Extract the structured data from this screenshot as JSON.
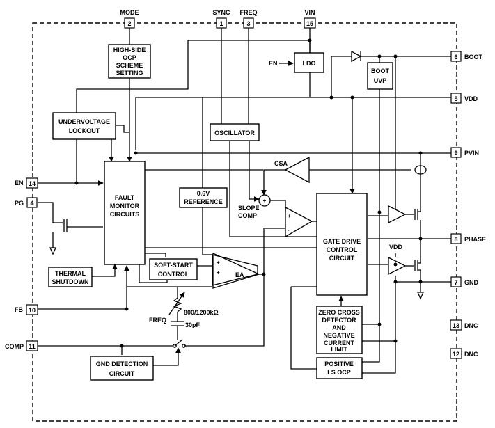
{
  "pins": {
    "mode": {
      "label": "MODE",
      "num": "2"
    },
    "sync": {
      "label": "SYNC",
      "num": "1"
    },
    "freq": {
      "label": "FREQ",
      "num": "3"
    },
    "vin": {
      "label": "VIN",
      "num": "15"
    },
    "boot": {
      "label": "BOOT",
      "num": "6"
    },
    "vdd": {
      "label": "VDD",
      "num": "5"
    },
    "pvin": {
      "label": "PVIN",
      "num": "9"
    },
    "phase": {
      "label": "PHASE",
      "num": "8"
    },
    "gnd": {
      "label": "GND",
      "num": "7"
    },
    "dnc13": {
      "label": "DNC",
      "num": "13"
    },
    "dnc12": {
      "label": "DNC",
      "num": "12"
    },
    "en": {
      "label": "EN",
      "num": "14"
    },
    "pg": {
      "label": "PG",
      "num": "4"
    },
    "fb": {
      "label": "FB",
      "num": "10"
    },
    "comp": {
      "label": "COMP",
      "num": "11"
    }
  },
  "blocks": {
    "ocp": [
      "HIGH-SIDE",
      "OCP",
      "SCHEME",
      "SETTING"
    ],
    "ldo": [
      "LDO"
    ],
    "boot_uvp": [
      "BOOT",
      "UVP"
    ],
    "uvlo": [
      "UNDERVOLTAGE",
      "LOCKOUT"
    ],
    "osc": [
      "OSCILLATOR"
    ],
    "fault": [
      "FAULT",
      "MONITOR",
      "CIRCUITS"
    ],
    "ref": [
      "0.6V",
      "REFERENCE"
    ],
    "gate": [
      "GATE DRIVE",
      "CONTROL",
      "CIRCUIT"
    ],
    "thermal": [
      "THERMAL",
      "SHUTDOWN"
    ],
    "softstart": [
      "SOFT-START",
      "CONTROL"
    ],
    "zcd": [
      "ZERO CROSS",
      "DETECTOR",
      "AND",
      "NEGATIVE",
      "CURRENT",
      "LIMIT"
    ],
    "lsocp": [
      "POSITIVE",
      "LS OCP"
    ],
    "gnddet": [
      "GND DETECTION",
      "CIRCUIT"
    ]
  },
  "labels": {
    "en_ldo": "EN",
    "csa": "CSA",
    "slope1": "SLOPE",
    "slope2": "COMP",
    "ea": "EA",
    "plus": "+",
    "minus": "-",
    "vdd_inner": "VDD",
    "freq_r": "FREQ",
    "res_val": "800/1200kΩ",
    "cap_val": "30pF"
  }
}
